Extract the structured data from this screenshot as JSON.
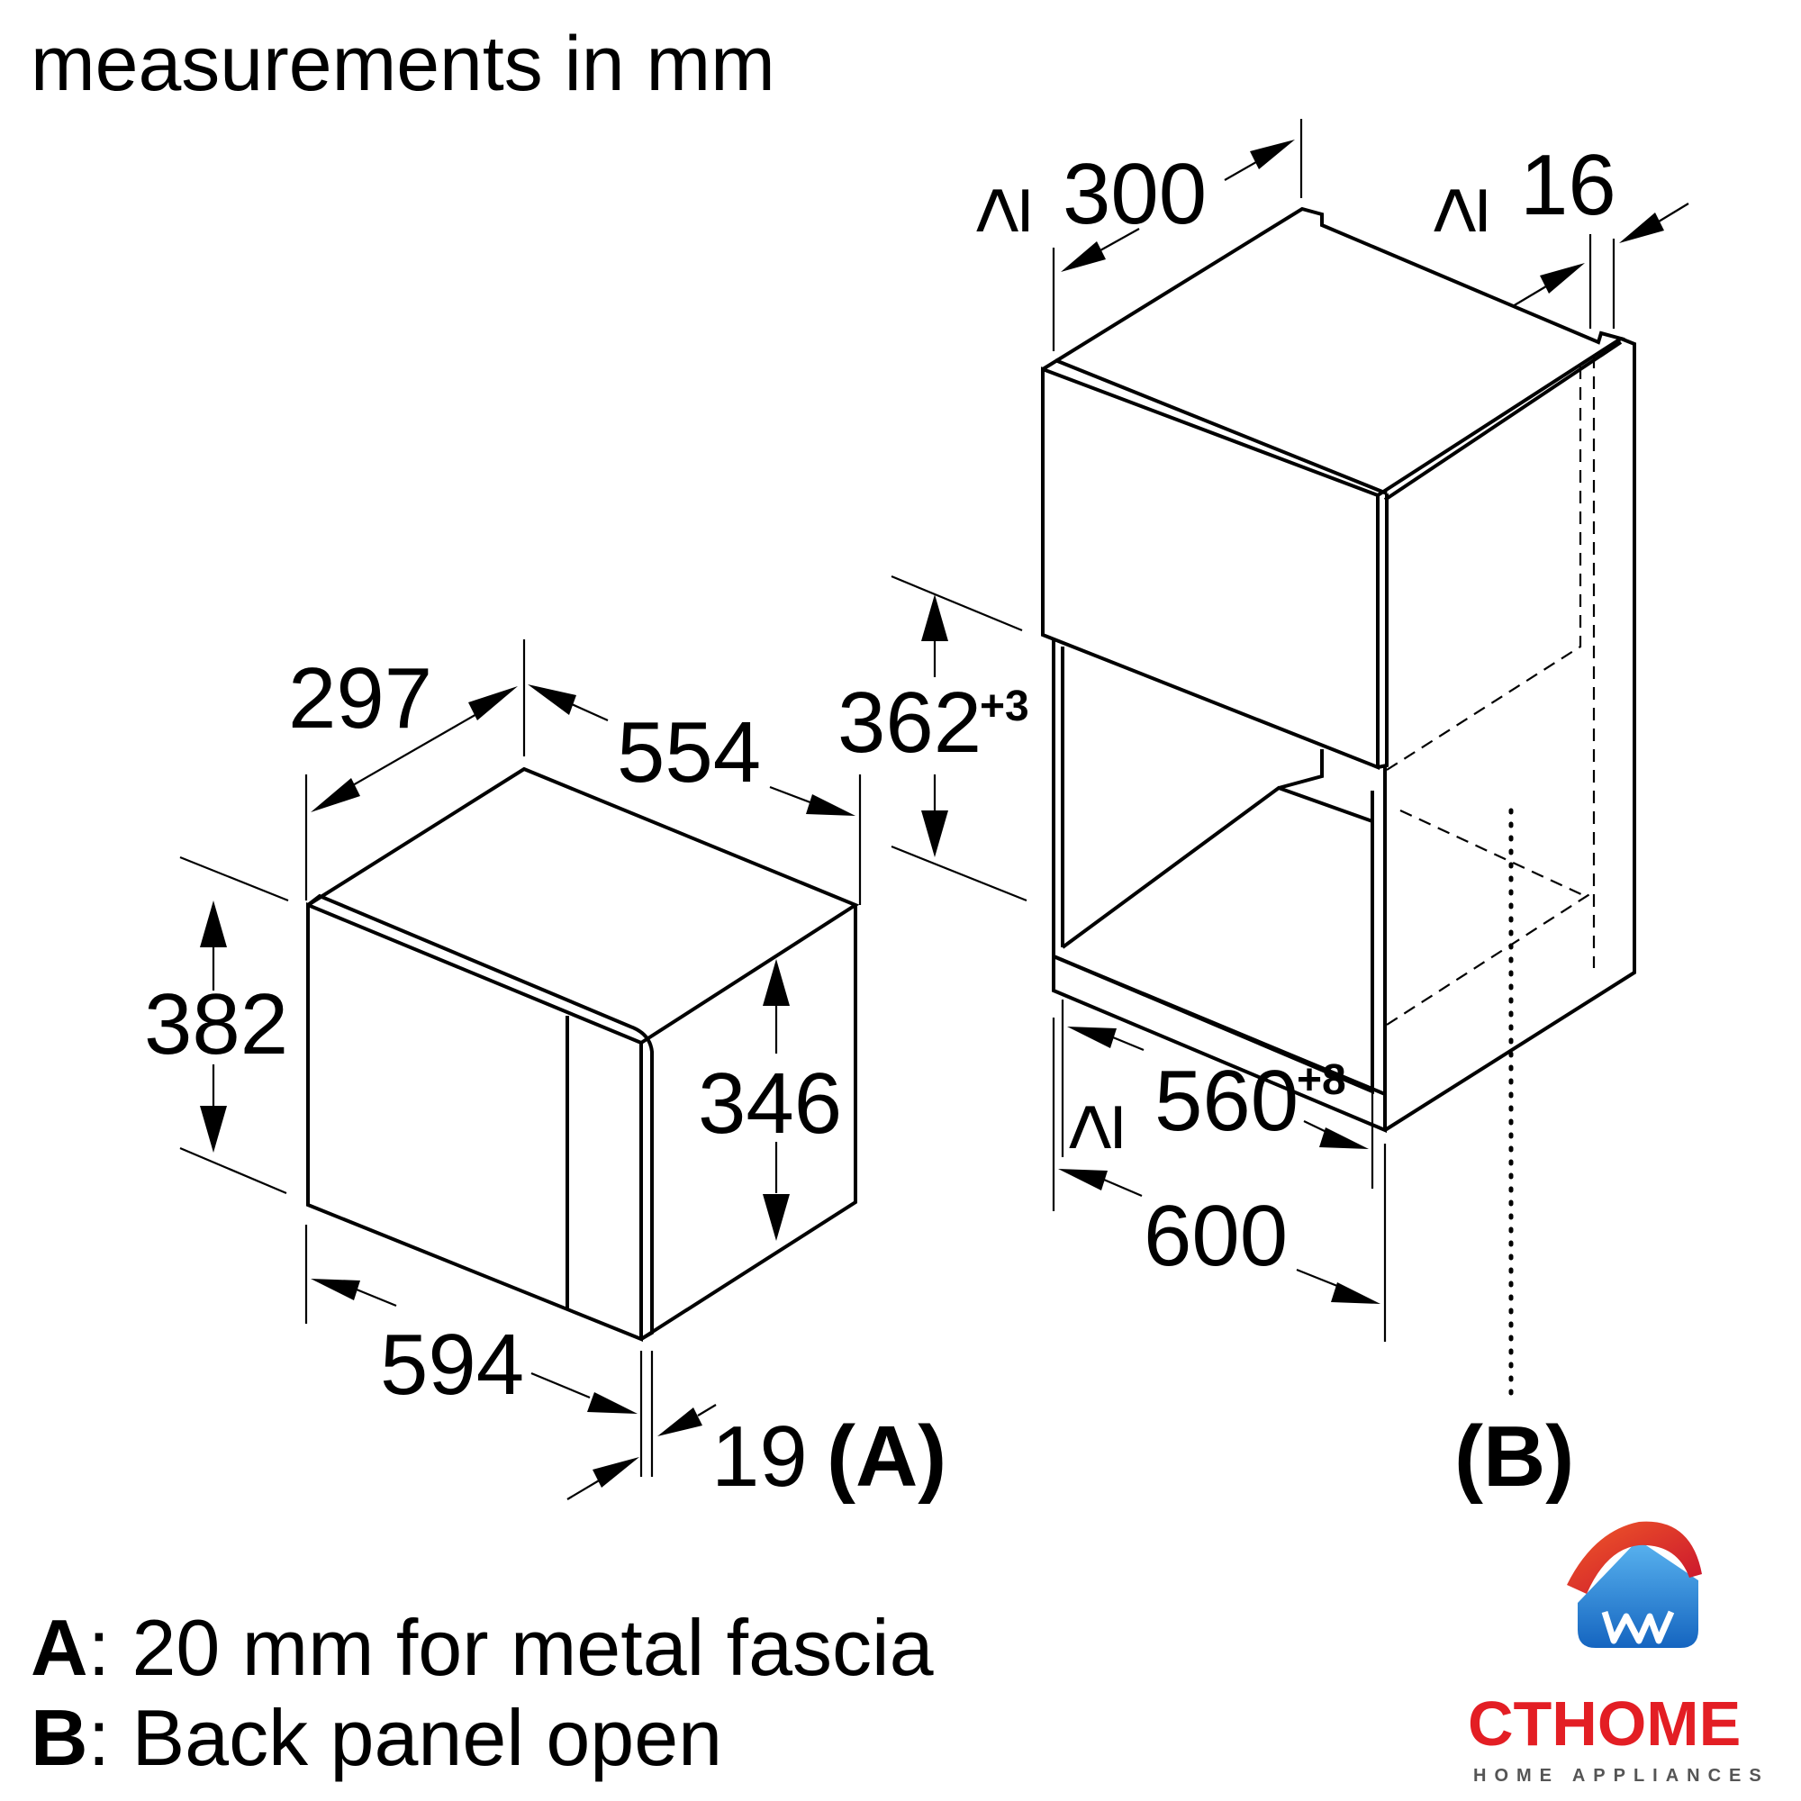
{
  "header": {
    "title": "measurements in mm"
  },
  "appliance": {
    "depth": "297",
    "width_top": "554",
    "height_total": "382",
    "height_door": "346",
    "width_front": "594",
    "fascia": "19",
    "fascia_ref": "(A)"
  },
  "cabinet": {
    "depth_min_prefix": "≥",
    "depth_min": "300",
    "gap_min_prefix": "≥",
    "gap_min": "16",
    "opening_height": "362",
    "opening_height_tol": "+3",
    "opening_width_prefix": "≥",
    "opening_width": "560",
    "opening_width_tol": "+8",
    "total_width": "600",
    "back_ref": "(B)"
  },
  "notes": [
    {
      "key": "A",
      "text": ": 20 mm for metal fascia"
    },
    {
      "key": "B",
      "text": ": Back panel open"
    }
  ],
  "logo": {
    "name": "CTHOME",
    "tagline": "HOME APPLIANCES",
    "colors": {
      "red": "#e31e24",
      "blue": "#1e88d2",
      "dark": "#222222"
    }
  }
}
